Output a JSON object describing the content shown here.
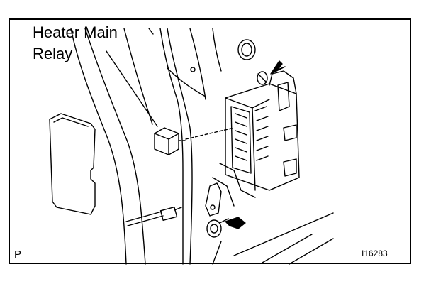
{
  "callout": {
    "line1": "Heater Main",
    "line2": "Relay"
  },
  "corner_mark": "P",
  "figure_id": "I16283",
  "colors": {
    "ink": "#000000",
    "paper": "#ffffff"
  }
}
